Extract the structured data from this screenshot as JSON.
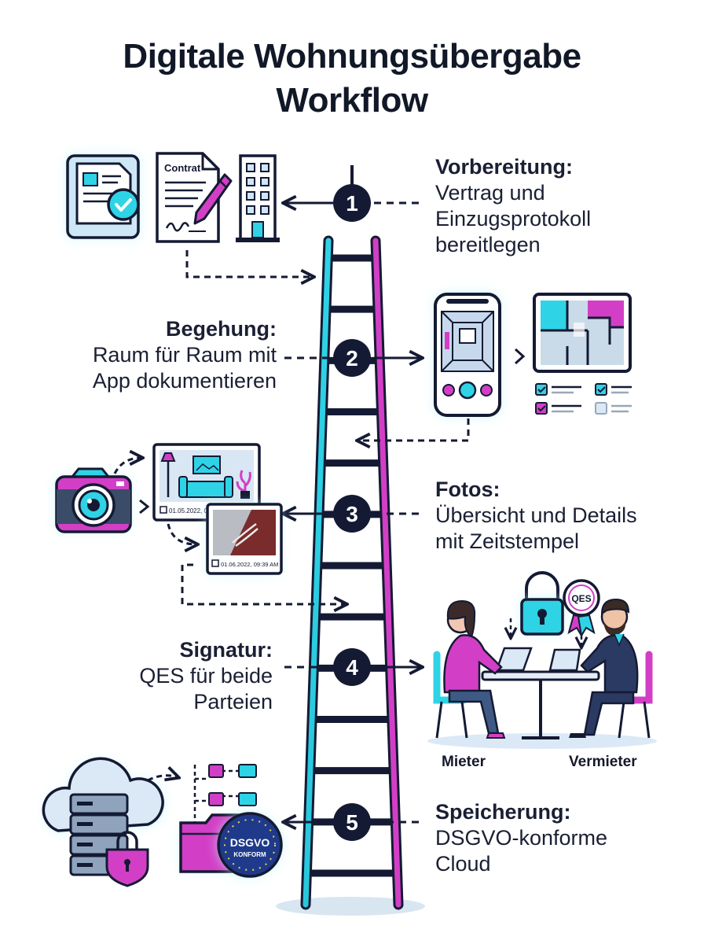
{
  "title": {
    "line1": "Digitale Wohnungsübergabe",
    "line2": "Workflow"
  },
  "steps": [
    {
      "number": "1",
      "heading": "Vorbereitung:",
      "lines": [
        "Vertrag und",
        "Einzugsprotokoll",
        "bereitlegen"
      ]
    },
    {
      "number": "2",
      "heading": "Begehung:",
      "lines": [
        "Raum für Raum mit",
        "App dokumentieren"
      ]
    },
    {
      "number": "3",
      "heading": "Fotos:",
      "lines": [
        "Übersicht und Details",
        "mit Zeitstempel"
      ]
    },
    {
      "number": "4",
      "heading": "Signatur:",
      "lines": [
        "QES für beide",
        "Parteien"
      ]
    },
    {
      "number": "5",
      "heading": "Speicherung:",
      "lines": [
        "DSGVO-konforme",
        "Cloud"
      ]
    }
  ],
  "illustrations": {
    "contract_label": "Contrat",
    "photo1_timestamp": "01.05.2022, 06:00",
    "photo2_timestamp": "01.06.2022, 09:39 AM",
    "qes_badge": "QES",
    "dsgvo_badge_line1": "DSGVO",
    "dsgvo_badge_line2": "KONFORM",
    "tenant_label": "Mieter",
    "landlord_label": "Vermieter"
  },
  "colors": {
    "navy": "#141a33",
    "cyan": "#2fd3e6",
    "magenta": "#d23fc6",
    "glow": "#bff3fa",
    "light_blue": "#dbe9f6"
  },
  "icons": [
    "checked-document-icon",
    "contract-pen-icon",
    "apartment-building-icon",
    "smartphone-room-scan-icon",
    "floor-plan-icon",
    "checklist-icon",
    "camera-icon",
    "living-room-photo-icon",
    "damage-detail-photo-icon",
    "padlock-icon",
    "qes-seal-icon",
    "signing-meeting-icon",
    "cloud-server-icon",
    "folder-tree-icon",
    "dsgvo-badge-icon",
    "ladder-icon"
  ]
}
